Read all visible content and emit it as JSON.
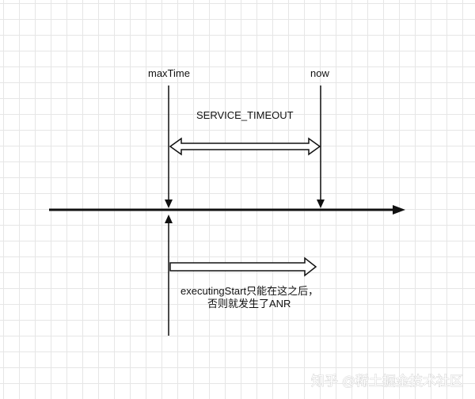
{
  "diagram": {
    "label_max_time": "maxTime",
    "label_now": "now",
    "label_service_timeout": "SERVICE_TIMEOUT",
    "note_line1": "executingStart只能在这之后，",
    "note_line2": "否则就发生了ANR"
  },
  "watermark": {
    "text": "知乎 @稀土掘金技术社区"
  },
  "colors": {
    "line": "#111111",
    "grid": "#e6e6e6",
    "background": "#ffffff"
  }
}
